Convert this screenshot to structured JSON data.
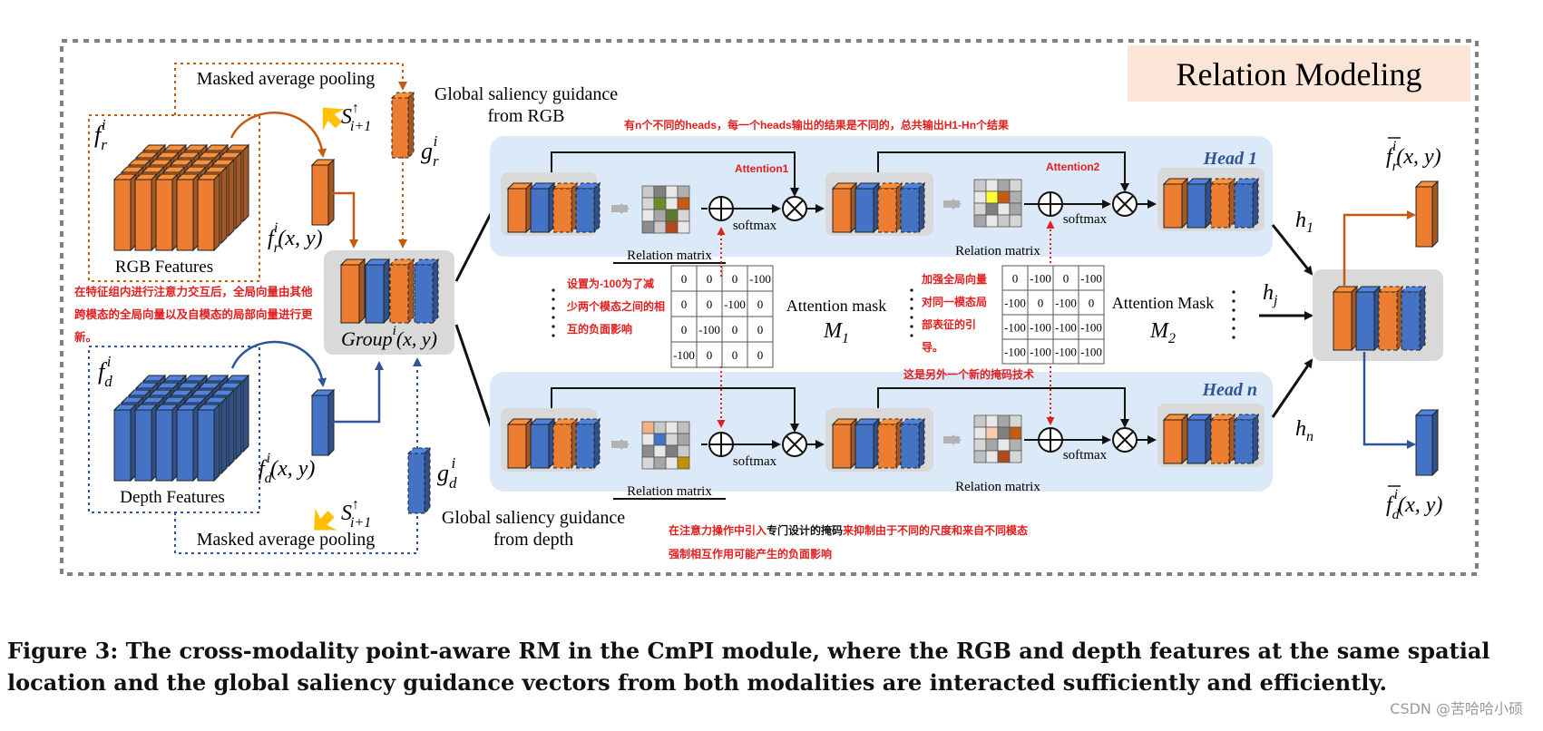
{
  "title": "Relation Modeling",
  "colors": {
    "rgb": "#ed7d31",
    "depth": "#4472c4",
    "head_bg": "#dce9f8",
    "group_bg": "#d9d9d9",
    "title_bg": "#fbe5d6",
    "annotation": "#e02020",
    "head_label": "#2f5597"
  },
  "labels": {
    "masked_pool_top": "Masked average pooling",
    "masked_pool_bottom": "Masked average pooling",
    "global_rgb_1": "Global saliency guidance",
    "global_rgb_2": "from RGB",
    "global_depth_1": "Global saliency guidance",
    "global_depth_2": "from depth",
    "rgb_features": "RGB Features",
    "depth_features": "Depth Features",
    "fr": "f",
    "fr_sub": "r",
    "sup_i": "i",
    "fd_sub": "d",
    "fxy": "(x, y)",
    "s_top": "S",
    "s_sup": "↑",
    "s_sub": "i+1",
    "g": "g",
    "group": "Group",
    "group_arg": "(x, y)",
    "relation_matrix": "Relation matrix",
    "softmax": "softmax",
    "attention_mask_1": "Attention mask",
    "attention_mask_2": "Attention Mask",
    "m1": "M",
    "m1_sub": "1",
    "m2_sub": "2",
    "head1": "Head 1",
    "headn": "Head n",
    "h": "h",
    "h1_sub": "1",
    "hj_sub": "j",
    "hn_sub": "n",
    "fbar_r": "f",
    "fbar_d": "f"
  },
  "annotations": {
    "top_heads": "有n个不同的heads，每一个heads输出的结果是不同的，总共输出H1-Hn个结果",
    "attention1": "Attention1",
    "attention2": "Attention2",
    "left_note_1": "在特征组内进行注意力交互后，全局向量由其他",
    "left_note_2": "跨模态的全局向量以及自模态的局部向量进行更",
    "left_note_3": "新。",
    "mask1_note_1": "设置为-100为了减",
    "mask1_note_2": "少两个模态之间的相",
    "mask1_note_3": "互的负面影响",
    "mask2_note_1": "加强全局向量",
    "mask2_note_2": "对同一模态局",
    "mask2_note_3": "部表征的引",
    "mask2_note_4": "导。",
    "new_mask": "这是另外一个新的掩码技术",
    "bottom_note_1a": "在注意力操作中引入",
    "bottom_note_1b": "专门设计的掩码",
    "bottom_note_1c": "来抑制由于不同的尺度和来自不同模态",
    "bottom_note_2": "强制相互作用可能产生的负面影响"
  },
  "mask1": [
    [
      "0",
      "0",
      "0",
      "-100"
    ],
    [
      "0",
      "0",
      "-100",
      "0"
    ],
    [
      "0",
      "-100",
      "0",
      "0"
    ],
    [
      "-100",
      "0",
      "0",
      "0"
    ]
  ],
  "mask2": [
    [
      "0",
      "-100",
      "0",
      "-100"
    ],
    [
      "-100",
      "0",
      "-100",
      "0"
    ],
    [
      "-100",
      "-100",
      "-100",
      "-100"
    ],
    [
      "-100",
      "-100",
      "-100",
      "-100"
    ]
  ],
  "caption": {
    "line1": "Figure 3: The cross-modality point-aware RM in the CmPI module, where the RGB and depth features at the same spatial",
    "line2": "location and the global saliency guidance vectors from both modalities are interacted sufficiently and efficiently."
  },
  "watermark": "CSDN @苦哈哈小硕"
}
